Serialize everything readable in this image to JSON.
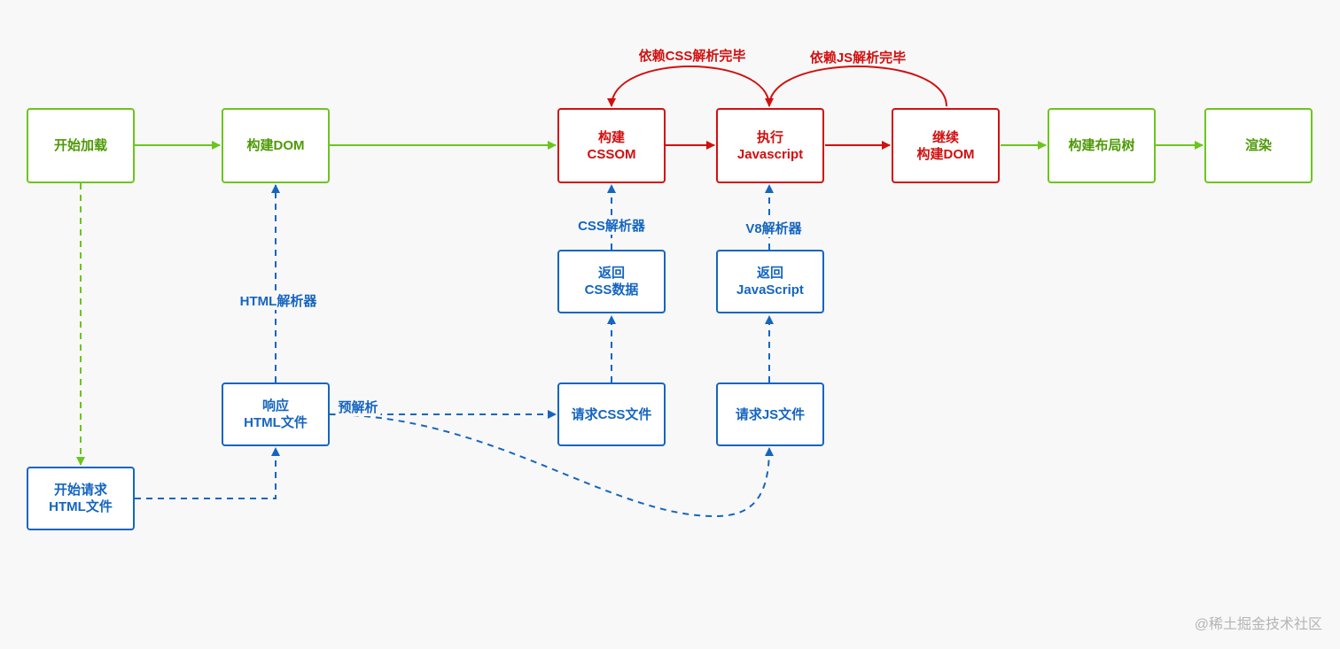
{
  "colors": {
    "green": "#6cc51d",
    "red": "#d20f0f",
    "blue": "#1565c0"
  },
  "nodes": {
    "start_load": {
      "line1": "开始加载",
      "line2": ""
    },
    "build_dom": {
      "line1": "构建DOM",
      "line2": ""
    },
    "build_cssom": {
      "line1": "构建",
      "line2": "CSSOM"
    },
    "exec_js": {
      "line1": "执行",
      "line2": "Javascript"
    },
    "continue_dom": {
      "line1": "继续",
      "line2": "构建DOM"
    },
    "layout_tree": {
      "line1": "构建布局树",
      "line2": ""
    },
    "render": {
      "line1": "渲染",
      "line2": ""
    },
    "return_css": {
      "line1": "返回",
      "line2": "CSS数据"
    },
    "return_js": {
      "line1": "返回",
      "line2": "JavaScript"
    },
    "response_html": {
      "line1": "响应",
      "line2": "HTML文件"
    },
    "request_css": {
      "line1": "请求CSS文件",
      "line2": ""
    },
    "request_js": {
      "line1": "请求JS文件",
      "line2": ""
    },
    "request_html": {
      "line1": "开始请求",
      "line2": "HTML文件"
    }
  },
  "labels": {
    "dep_css": "依赖CSS解析完毕",
    "dep_js": "依赖JS解析完毕",
    "css_parser": "CSS解析器",
    "v8_parser": "V8解析器",
    "html_parser": "HTML解析器",
    "preparse": "预解析"
  },
  "watermark": "@稀土掘金技术社区"
}
